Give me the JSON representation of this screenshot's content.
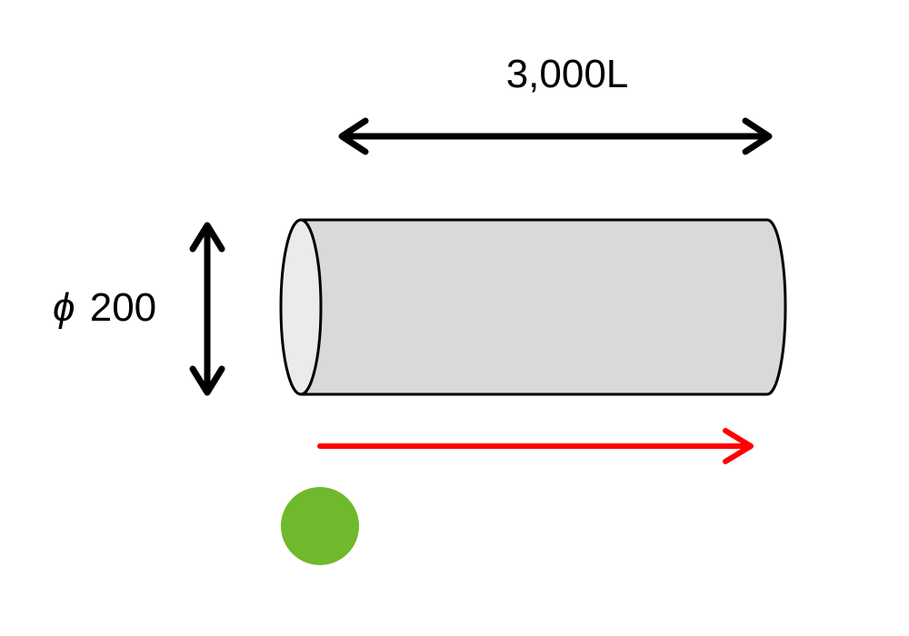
{
  "labels": {
    "length": "3,000L",
    "diameter_symbol": "ϕ",
    "diameter_value": "200"
  },
  "colors": {
    "background": "#ffffff",
    "outline": "#000000",
    "cylinder_body": "#d9d9d9",
    "cylinder_end_face": "#ebebeb",
    "direction_arrow": "#ff0000",
    "marker_dot": "#70b82c"
  },
  "shapes": {
    "body": "cylinder",
    "marker": "filled-circle",
    "direction": "left-to-right"
  }
}
